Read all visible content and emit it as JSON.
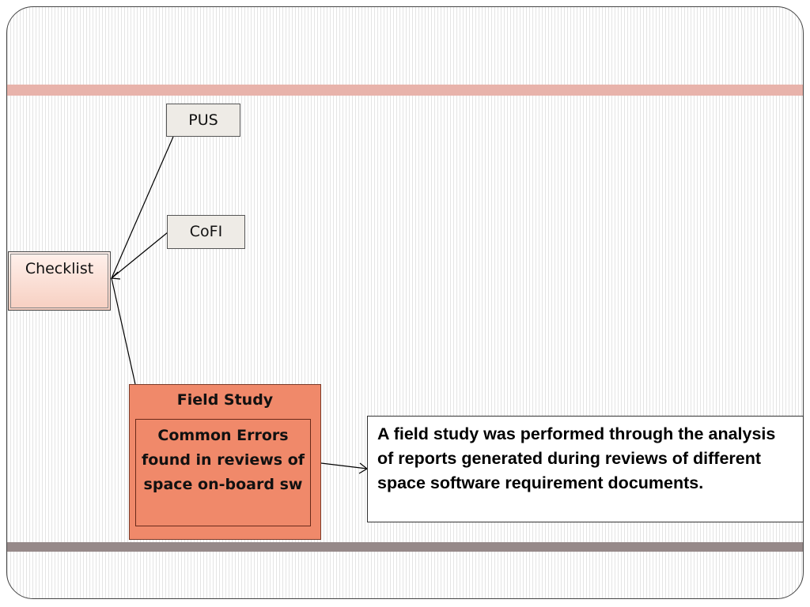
{
  "diagram": {
    "nodes": {
      "pus": "PUS",
      "cofi": "CoFI",
      "checklist": "Checklist",
      "field_study": {
        "title": "Field Study",
        "inner": "Common Errors found in reviews of space on-board sw"
      },
      "description": "A field study was performed through the analysis of reports  generated during reviews of  different  space software requirement documents."
    },
    "edges": [
      {
        "from": "pus",
        "to": "checklist"
      },
      {
        "from": "cofi",
        "to": "checklist"
      },
      {
        "from": "field_study",
        "to": "checklist"
      },
      {
        "from": "field_study",
        "to": "description"
      }
    ],
    "colors": {
      "top_band": "#e8b3ab",
      "bottom_band": "#968989",
      "field_study_fill": "#f0896a",
      "source_box_fill": "#eeebe6",
      "checklist_fill": "#fbdcd0"
    }
  }
}
